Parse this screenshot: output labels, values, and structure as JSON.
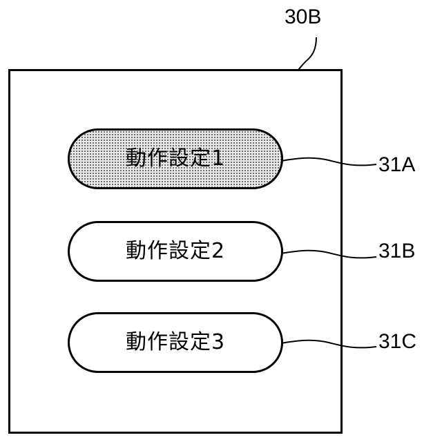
{
  "figure": {
    "panel_label": "30B"
  },
  "settings": [
    {
      "label": "動作設定1",
      "ref": "31A",
      "selected": true
    },
    {
      "label": "動作設定2",
      "ref": "31B",
      "selected": false
    },
    {
      "label": "動作設定3",
      "ref": "31C",
      "selected": false
    }
  ]
}
